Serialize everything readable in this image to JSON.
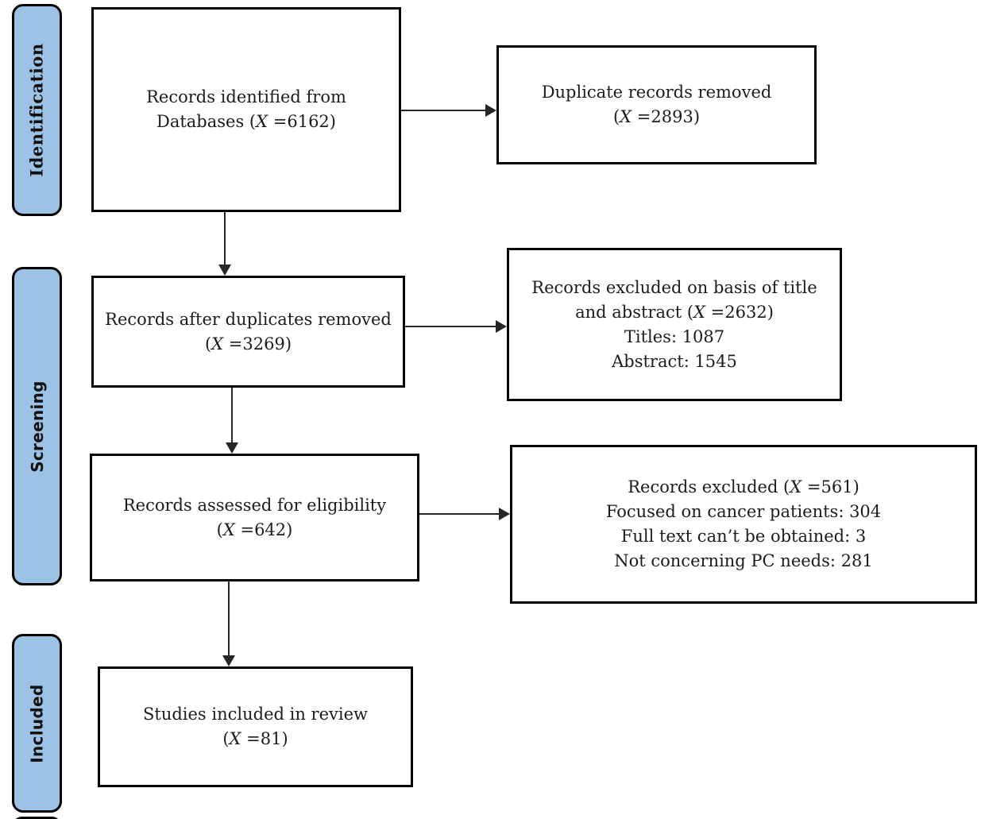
{
  "stages": [
    {
      "label": "Identification"
    },
    {
      "label": "Screening"
    },
    {
      "label": "Included"
    }
  ],
  "boxes": {
    "records_identified": {
      "lines": [
        "Records identified from",
        "Databases (X =6162)"
      ]
    },
    "duplicates_removed": {
      "lines": [
        "Duplicate records removed",
        "(X =2893)"
      ]
    },
    "after_duplicates": {
      "lines": [
        "Records after duplicates removed",
        "(X =3269)"
      ]
    },
    "excluded_title_abstract": {
      "lines": [
        "Records excluded on basis of title",
        "and abstract (X =2632)",
        "Titles: 1087",
        "Abstract: 1545"
      ]
    },
    "assessed_eligibility": {
      "lines": [
        "Records assessed for eligibility",
        "(X =642)"
      ]
    },
    "records_excluded": {
      "lines": [
        "Records excluded (X =561)",
        "Focused on cancer patients: 304",
        "Full text can’t be obtained: 3",
        "Not concerning PC needs: 281"
      ]
    },
    "studies_included": {
      "lines": [
        "Studies included in review",
        "(X =81)"
      ]
    }
  },
  "colors": {
    "stage_fill": "#9CC3E6",
    "outline": "#000000",
    "arrow": "#262626",
    "background": "#FFFFFF"
  }
}
